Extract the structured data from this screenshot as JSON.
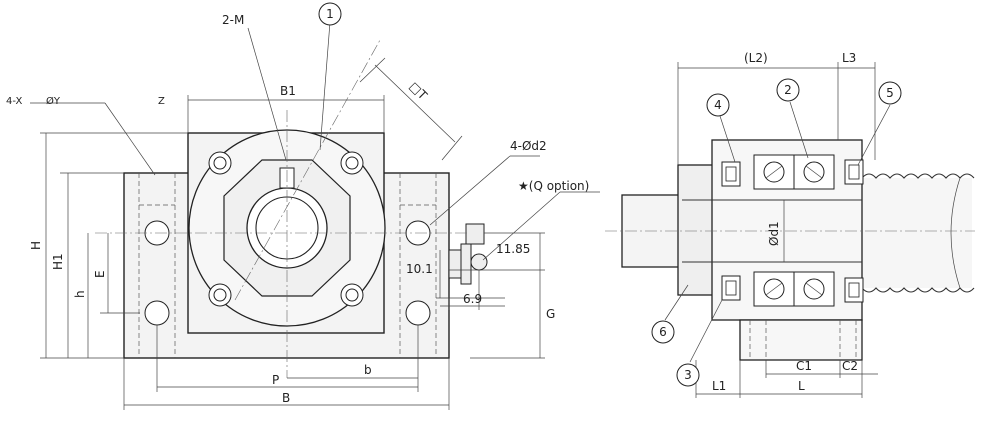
{
  "diagram": {
    "front_view": {
      "labels": {
        "m": "2-M",
        "x": "4-X",
        "y": "ØY",
        "z": "Z",
        "b1": "B1",
        "t": "□T",
        "d2": "4-Ød2",
        "q_option": "★(Q option)",
        "h_upper": "H",
        "h1": "H1",
        "h_lower": "h",
        "e": "E",
        "g": "G",
        "dim_1185": "11.85",
        "dim_101": "10.1",
        "dim_69": "6.9",
        "p": "P",
        "b_small": "b",
        "b_big": "B"
      },
      "callouts": [
        "1"
      ]
    },
    "side_view": {
      "labels": {
        "l2": "(L2)",
        "l3": "L3",
        "d1": "Ød1",
        "c1": "C1",
        "c2": "C2",
        "l1": "L1",
        "l": "L"
      },
      "callouts": [
        "2",
        "3",
        "4",
        "5",
        "6"
      ]
    }
  }
}
